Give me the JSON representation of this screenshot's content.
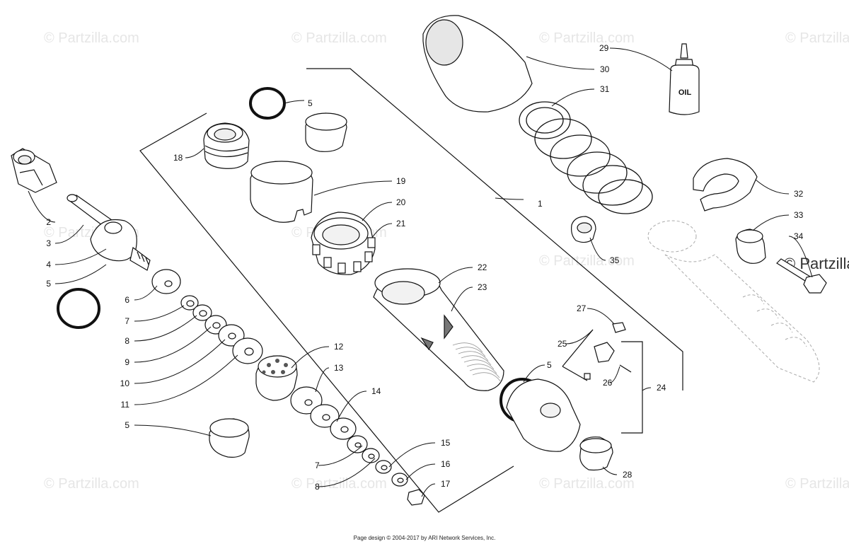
{
  "watermark": "© Partzilla.com",
  "footer": "Page design © 2004-2017 by ARI Network Services, Inc.",
  "bottle_label": "OIL",
  "callouts": [
    "1",
    "2",
    "3",
    "4",
    "5",
    "5",
    "5",
    "5",
    "6",
    "7",
    "7",
    "8",
    "8",
    "9",
    "10",
    "11",
    "12",
    "13",
    "14",
    "15",
    "16",
    "17",
    "18",
    "19",
    "20",
    "21",
    "22",
    "23",
    "24",
    "25",
    "26",
    "27",
    "28",
    "29",
    "30",
    "31",
    "32",
    "33",
    "34",
    "35"
  ]
}
